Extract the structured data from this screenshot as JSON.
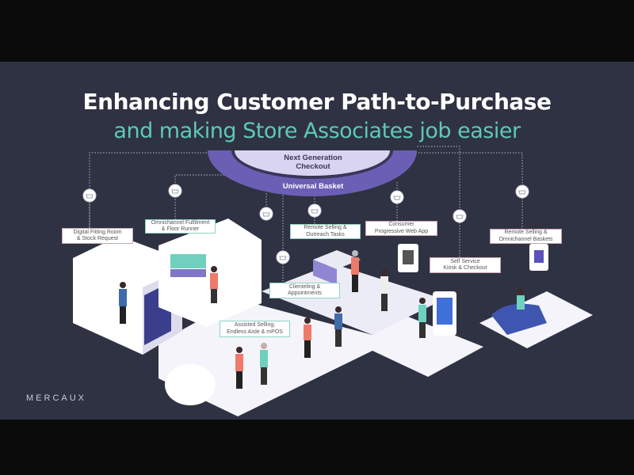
{
  "title": {
    "line1": "Enhancing Customer Path-to-Purchase",
    "line2": "and making Store Associates job easier"
  },
  "hub": {
    "inner": "Next Generation Checkout",
    "inner_line1": "Next Generation",
    "inner_line2": "Checkout",
    "outer": "Universal Basket"
  },
  "labels": [
    {
      "line1": "Digital Fitting Room",
      "line2": "& Stock Request"
    },
    {
      "line1": "Omnichannel Fulfilment",
      "line2": "& Floor Runner"
    },
    {
      "line1": "Remote Selling &",
      "line2": "Outreach Tasks"
    },
    {
      "line1": "Consumer",
      "line2": "Progressive Web App"
    },
    {
      "line1": "Remote Selling &",
      "line2": "Omnichannel Baskets"
    },
    {
      "line1": "Self Service",
      "line2": "Kiosk & Checkout"
    },
    {
      "line1": "Clienteling &",
      "line2": "Appointments"
    },
    {
      "line1": "Assisted Selling,",
      "line2": "Endless Aisle & mPOS"
    }
  ],
  "brand": "MERCAUX",
  "icons": {
    "node": "basket-icon"
  },
  "colors": {
    "background": "#2f3243",
    "accent_teal": "#5fc9b8",
    "accent_purple": "#6b5fb5",
    "lavender": "#d9d5f1"
  }
}
